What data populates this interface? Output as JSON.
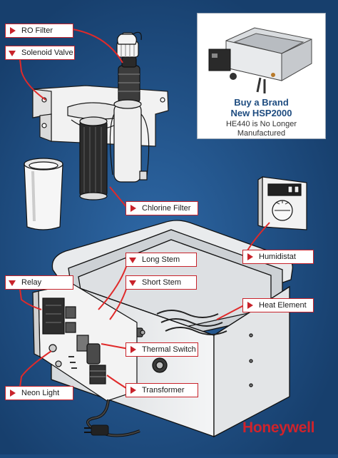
{
  "labels": {
    "ro_filter": "RO Filter",
    "solenoid_valve": "Solenoid Valve",
    "chlorine_filter": "Chlorine Filter",
    "long_stem": "Long Stem",
    "short_stem": "Short Stem",
    "relay": "Relay",
    "heat_element": "Heat Element",
    "humidistat": "Humidistat",
    "thermal_switch": "Thermal Switch",
    "neon_light": "Neon Light",
    "transformer": "Transformer"
  },
  "promo": {
    "line1": "Buy a Brand",
    "line2": "New HSP2000",
    "line3": "HE440 is No Longer",
    "line4": "Manufactured"
  },
  "brand": "Honeywell",
  "colors": {
    "background": "#1c4a7e",
    "label_border": "#c8232b",
    "leader_line": "#e02a2a",
    "brand": "#d0232b",
    "promo_title": "#1e4c80"
  }
}
